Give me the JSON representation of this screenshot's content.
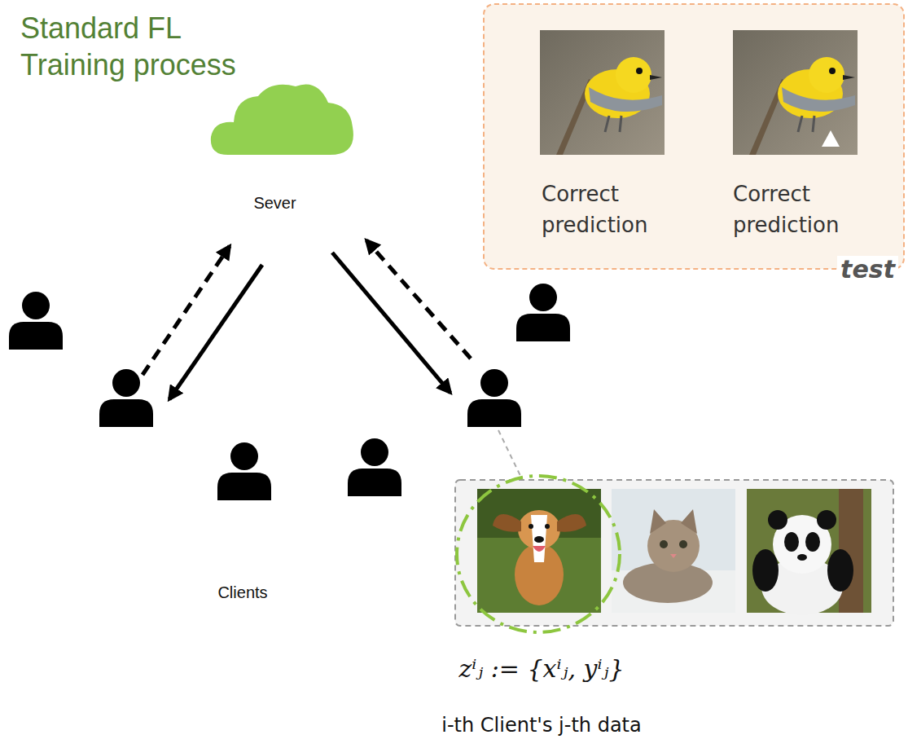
{
  "diagram": {
    "title": "Standard FL Training process",
    "nodes": [
      {
        "text": [
          "Sever"
        ]
      },
      {
        "text": [
          "Correct prediction",
          "Correct prediction",
          "test"
        ]
      }
    ],
    "labels": [
      "Clients",
      "zⁱⱼ := {xⁱⱼ, yⁱⱼ}",
      "i-th Client's j-th data"
    ]
  }
}
